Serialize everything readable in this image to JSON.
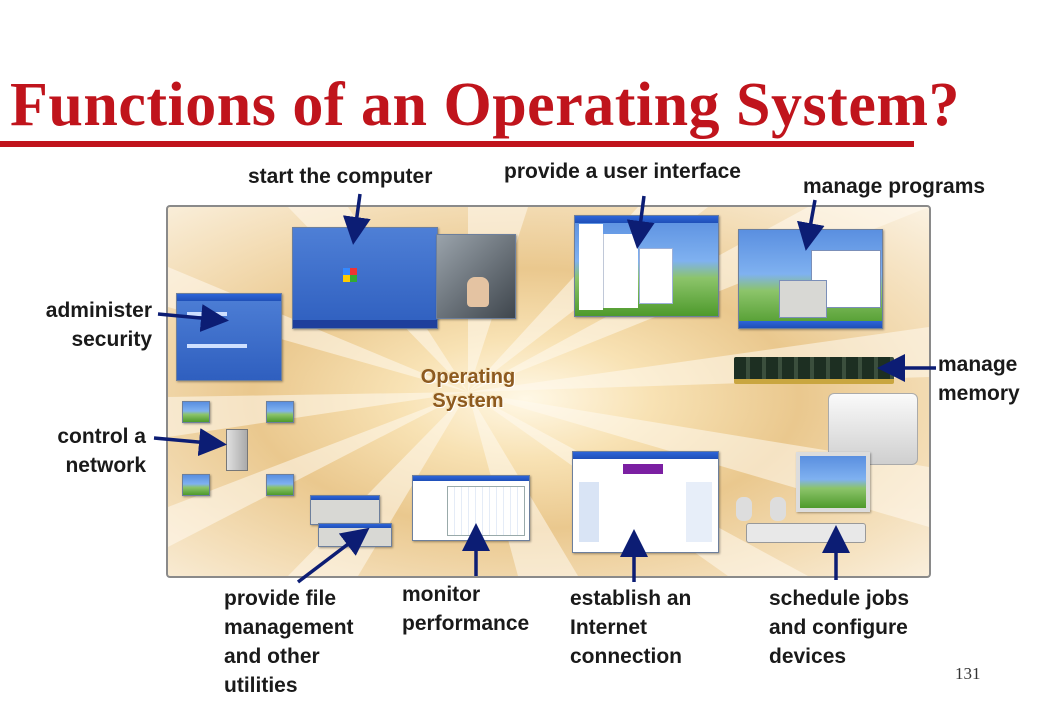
{
  "title": "Functions of an Operating System?",
  "center_label": [
    "Operating",
    "System"
  ],
  "page_number": "131",
  "labels": {
    "start_computer": "start the computer",
    "user_interface": "provide a user interface",
    "manage_programs": "manage programs",
    "administer_security": [
      "administer",
      "security"
    ],
    "manage_memory": [
      "manage",
      "memory"
    ],
    "control_network": [
      "control a",
      "network"
    ],
    "file_management": [
      "provide file",
      "management",
      "and other",
      "utilities"
    ],
    "monitor_performance": [
      "monitor",
      "performance"
    ],
    "internet_connection": [
      "establish an",
      "Internet",
      "connection"
    ],
    "schedule_jobs": [
      "schedule jobs",
      "and configure",
      "devices"
    ]
  },
  "colors": {
    "title": "#c0141c",
    "arrow": "#0c1d74",
    "panel_center": "#eac88e"
  }
}
